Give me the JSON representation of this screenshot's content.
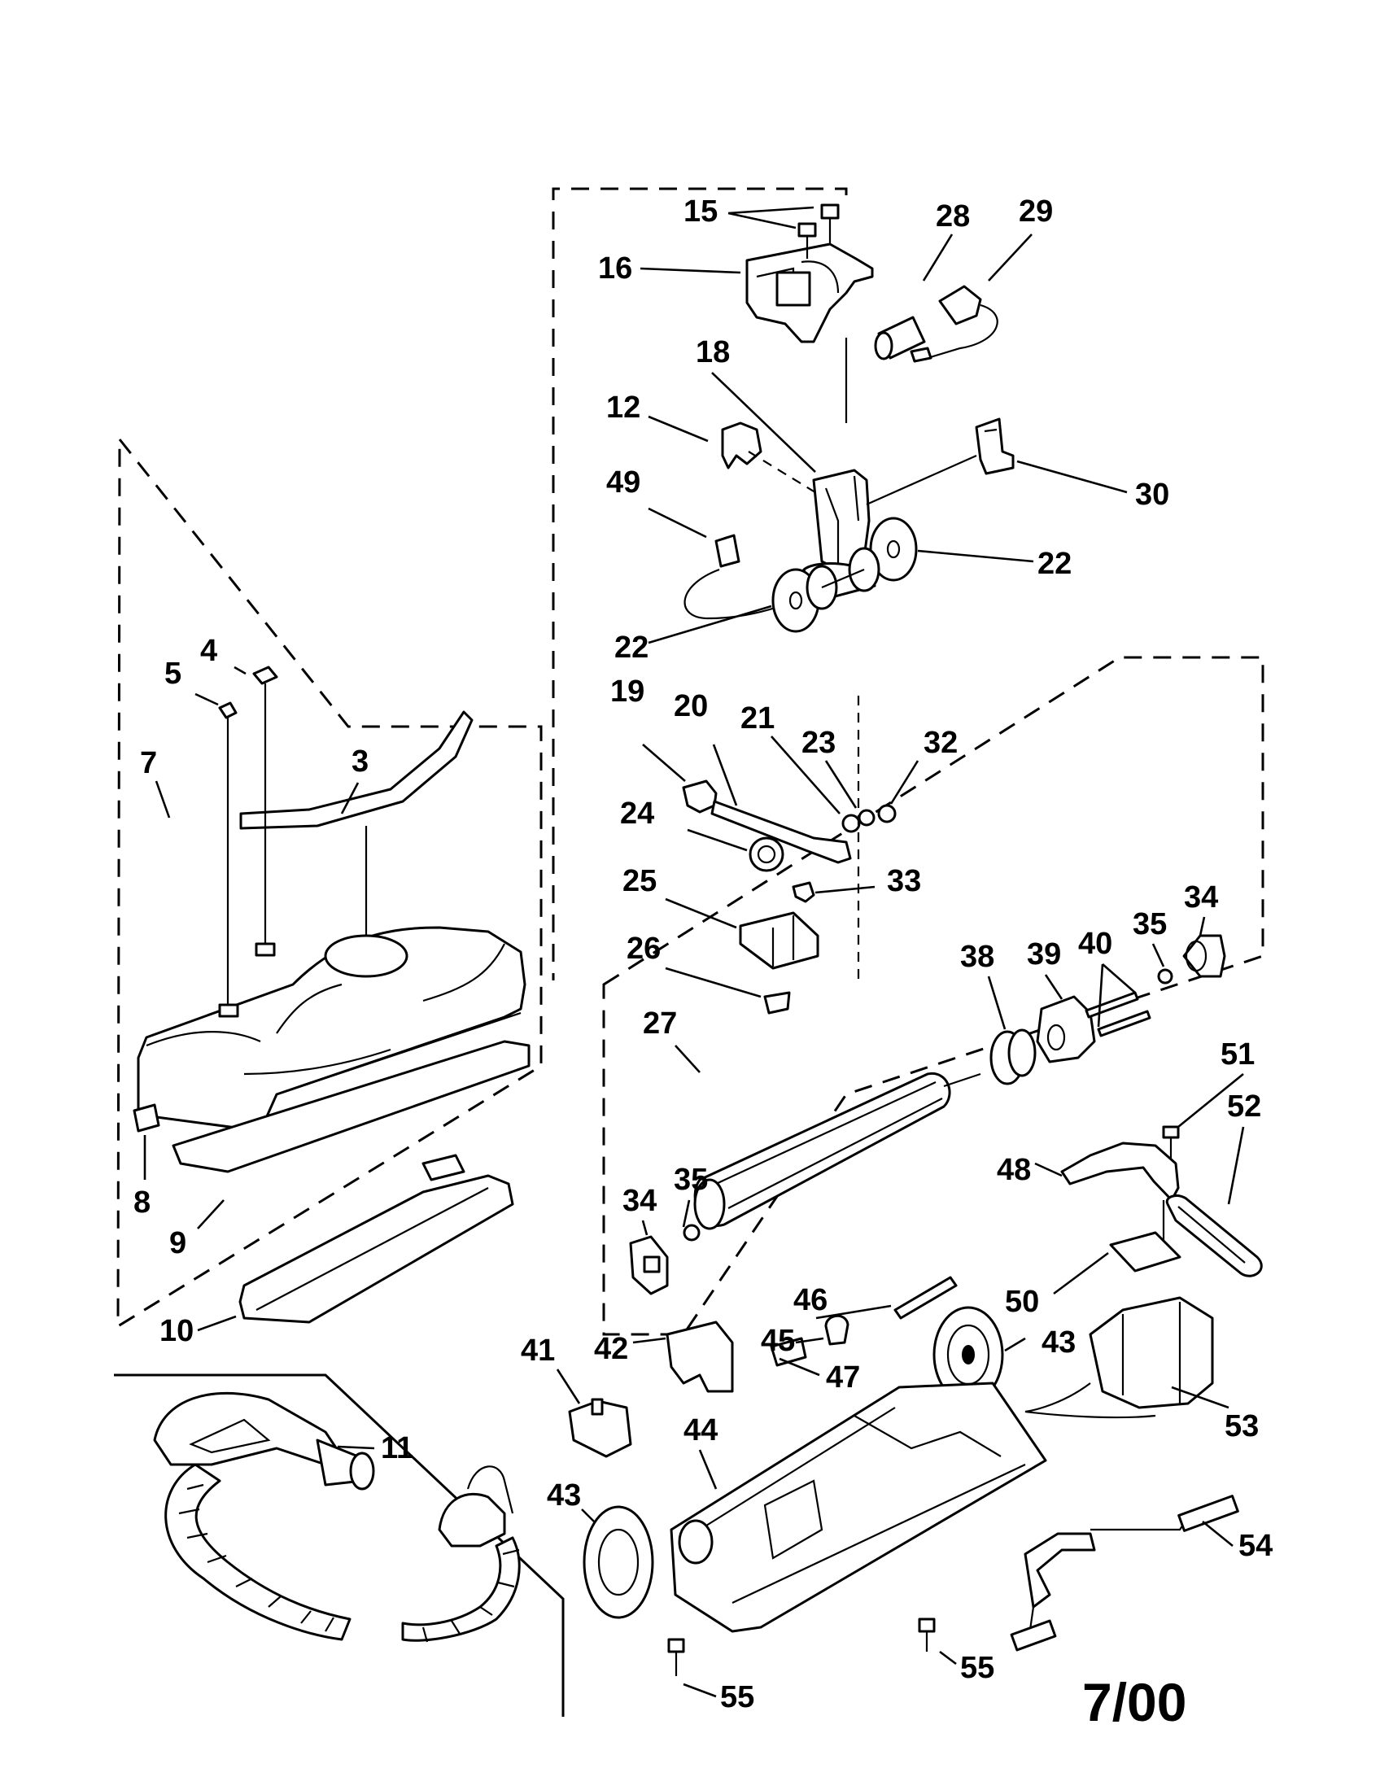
{
  "date_code": "7/00",
  "callouts": [
    {
      "id": "c15",
      "text": "15"
    },
    {
      "id": "c16",
      "text": "16"
    },
    {
      "id": "c28",
      "text": "28"
    },
    {
      "id": "c29",
      "text": "29"
    },
    {
      "id": "c18",
      "text": "18"
    },
    {
      "id": "c12",
      "text": "12"
    },
    {
      "id": "c30",
      "text": "30"
    },
    {
      "id": "c49",
      "text": "49"
    },
    {
      "id": "c22a",
      "text": "22"
    },
    {
      "id": "c22b",
      "text": "22"
    },
    {
      "id": "c4",
      "text": "4"
    },
    {
      "id": "c5",
      "text": "5"
    },
    {
      "id": "c7",
      "text": "7"
    },
    {
      "id": "c3",
      "text": "3"
    },
    {
      "id": "c19",
      "text": "19"
    },
    {
      "id": "c20",
      "text": "20"
    },
    {
      "id": "c21",
      "text": "21"
    },
    {
      "id": "c23",
      "text": "23"
    },
    {
      "id": "c32",
      "text": "32"
    },
    {
      "id": "c24",
      "text": "24"
    },
    {
      "id": "c33",
      "text": "33"
    },
    {
      "id": "c25",
      "text": "25"
    },
    {
      "id": "c26",
      "text": "26"
    },
    {
      "id": "c27",
      "text": "27"
    },
    {
      "id": "c40",
      "text": "40"
    },
    {
      "id": "c35a",
      "text": "35"
    },
    {
      "id": "c34a",
      "text": "34"
    },
    {
      "id": "c38",
      "text": "38"
    },
    {
      "id": "c39",
      "text": "39"
    },
    {
      "id": "c51",
      "text": "51"
    },
    {
      "id": "c52",
      "text": "52"
    },
    {
      "id": "c48",
      "text": "48"
    },
    {
      "id": "c8",
      "text": "8"
    },
    {
      "id": "c9",
      "text": "9"
    },
    {
      "id": "c10",
      "text": "10"
    },
    {
      "id": "c34b",
      "text": "34"
    },
    {
      "id": "c35b",
      "text": "35"
    },
    {
      "id": "c46",
      "text": "46"
    },
    {
      "id": "c45",
      "text": "45"
    },
    {
      "id": "c50",
      "text": "50"
    },
    {
      "id": "c43a",
      "text": "43"
    },
    {
      "id": "c41",
      "text": "41"
    },
    {
      "id": "c42",
      "text": "42"
    },
    {
      "id": "c47",
      "text": "47"
    },
    {
      "id": "c53",
      "text": "53"
    },
    {
      "id": "c11",
      "text": "11"
    },
    {
      "id": "c44",
      "text": "44"
    },
    {
      "id": "c43b",
      "text": "43"
    },
    {
      "id": "c54",
      "text": "54"
    },
    {
      "id": "c55a",
      "text": "55"
    },
    {
      "id": "c55b",
      "text": "55"
    }
  ]
}
